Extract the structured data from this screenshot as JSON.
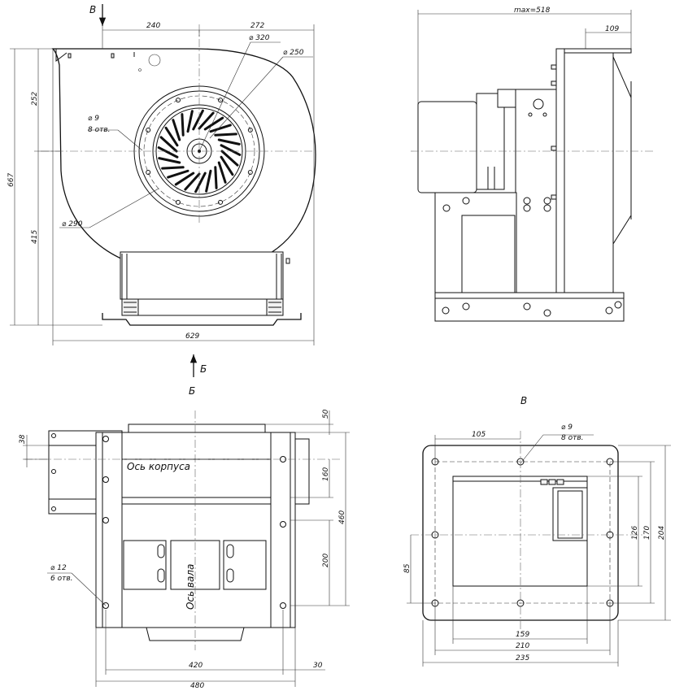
{
  "views": {
    "front": {
      "section_mark": "В",
      "dims": {
        "d240": "240",
        "d272": "272",
        "d320": "⌀ 320",
        "d250": "⌀ 250",
        "d252": "252",
        "d667": "667",
        "d415": "415",
        "d629": "629",
        "d290": "⌀ 290",
        "holes": "⌀ 9",
        "holes_count": "8 отв."
      },
      "view_arrow": "Б"
    },
    "side": {
      "dims": {
        "max": "max=518",
        "d109": "109"
      }
    },
    "bottom": {
      "title": "Б",
      "axis_body": "Ось корпуса",
      "axis_shaft": "Ось вала",
      "dims": {
        "d38": "38",
        "d50": "50",
        "d160": "160",
        "d460": "460",
        "d200": "200",
        "d420": "420",
        "d30": "30",
        "d480": "480",
        "holes": "⌀ 12",
        "holes_count": "6 отв."
      }
    },
    "flange": {
      "title": "В",
      "dims": {
        "d105": "105",
        "holes": "⌀ 9",
        "holes_count": "8 отв.",
        "d85": "85",
        "d126": "126",
        "d170": "170",
        "d204": "204",
        "d159": "159",
        "d210": "210",
        "d235": "235"
      }
    }
  }
}
